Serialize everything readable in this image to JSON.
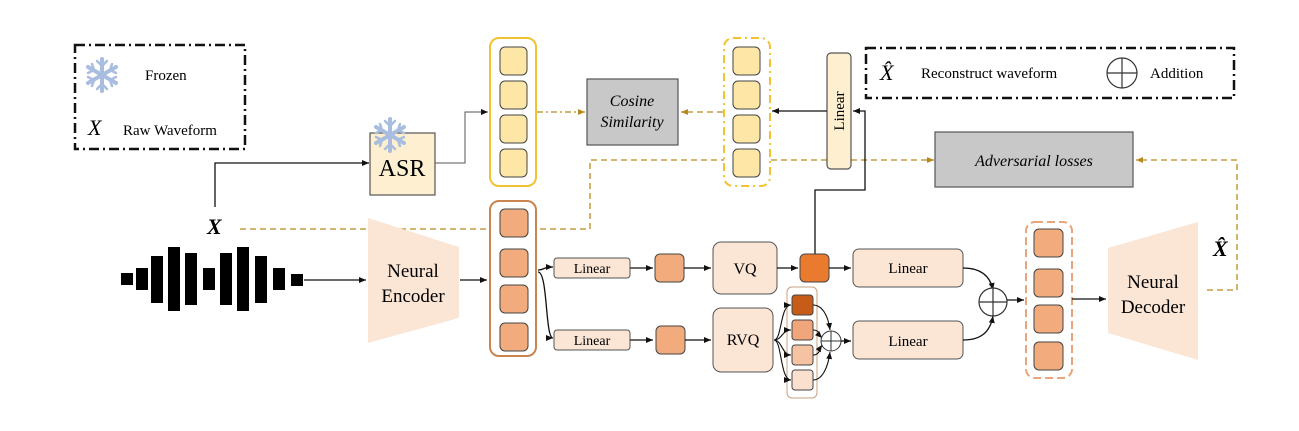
{
  "legend_left": {
    "frozen_label": "Frozen",
    "x_symbol": "X",
    "raw_label": "Raw Waveform"
  },
  "legend_right": {
    "xhat_symbol": "X̂",
    "reconstruct_label": "Reconstruct waveform",
    "addition_label": "Addition"
  },
  "blocks": {
    "asr": "ASR",
    "cosine_line1": "Cosine",
    "cosine_line2": "Similarity",
    "linear_vertical": "Linear",
    "adversarial": "Adversarial losses",
    "encoder_line1": "Neural",
    "encoder_line2": "Encoder",
    "decoder_line1": "Neural",
    "decoder_line2": "Decoder",
    "linear_top": "Linear",
    "linear_bottom": "Linear",
    "vq": "VQ",
    "rvq": "RVQ",
    "linear_out_top": "Linear",
    "linear_out_bottom": "Linear",
    "x_input": "X",
    "x_output": "X̂"
  },
  "colors": {
    "yellow_fill": "#fde6a6",
    "yellow_border": "#f2c230",
    "orange_fill": "#f2ab7c",
    "orange_border": "#c9844f",
    "peach_fill": "#fbe5d5",
    "gray_fill": "#c8c8c8",
    "dash_gold": "#b88a1e",
    "vq_out": "#ea7a2e",
    "rvq_1": "#c65c17",
    "rvq_2": "#f0a57a",
    "rvq_3": "#f6c3a2",
    "rvq_4": "#fbe0cf"
  }
}
